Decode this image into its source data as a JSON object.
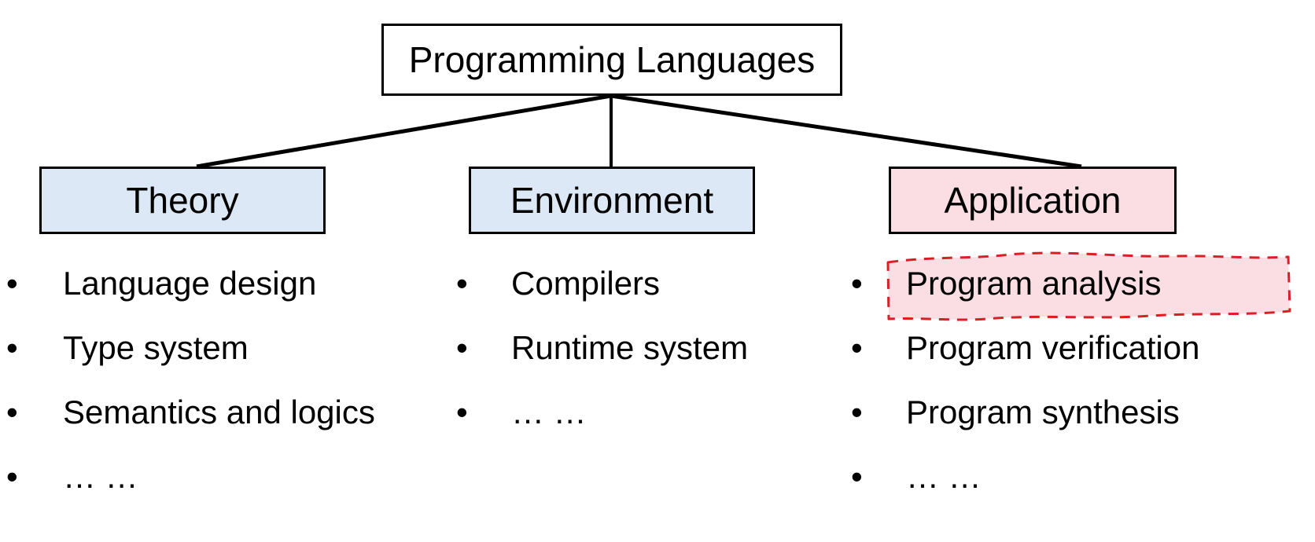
{
  "diagram": {
    "title_node": {
      "label": "Programming Languages"
    },
    "branches": [
      {
        "id": "theory",
        "label": "Theory",
        "fill": "#dce8f5",
        "items": [
          {
            "text": "Language design",
            "highlighted": false
          },
          {
            "text": "Type system",
            "highlighted": false
          },
          {
            "text": "Semantics and logics",
            "highlighted": false
          },
          {
            "text": "… …",
            "highlighted": false
          }
        ]
      },
      {
        "id": "environment",
        "label": "Environment",
        "fill": "#dce8f5",
        "items": [
          {
            "text": "Compilers",
            "highlighted": false
          },
          {
            "text": "Runtime system",
            "highlighted": false
          },
          {
            "text": "… …",
            "highlighted": false
          }
        ]
      },
      {
        "id": "application",
        "label": "Application",
        "fill": "#fbdee4",
        "items": [
          {
            "text": "Program analysis",
            "highlighted": true
          },
          {
            "text": "Program verification",
            "highlighted": false
          },
          {
            "text": "Program synthesis",
            "highlighted": false
          },
          {
            "text": "… …",
            "highlighted": false
          }
        ]
      }
    ],
    "bullet_glyph": "•",
    "colors": {
      "box_border": "#000000",
      "connector_line": "#000000",
      "blue_fill": "#dce8f5",
      "pink_fill": "#fbdee4",
      "highlight_stroke": "#d81f26",
      "highlight_fill": "#fbdee4",
      "text": "#000000",
      "background": "#ffffff"
    }
  }
}
